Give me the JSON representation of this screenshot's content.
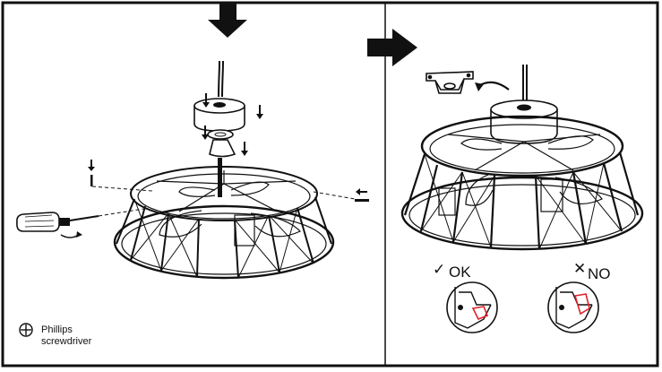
{
  "legend": {
    "tool_line1": "Phillips",
    "tool_line2": "screwdriver",
    "tool_icon": "phillips-head-icon"
  },
  "check_ok": {
    "mark": "✓",
    "label": "OK"
  },
  "check_no": {
    "mark": "✕",
    "label": "NO"
  },
  "colors": {
    "line": "#111111",
    "highlight": "#e0202a",
    "background": "#ffffff"
  },
  "panels": [
    {
      "name": "left-step",
      "arrow": "down"
    },
    {
      "name": "right-step",
      "arrow": "right"
    }
  ]
}
